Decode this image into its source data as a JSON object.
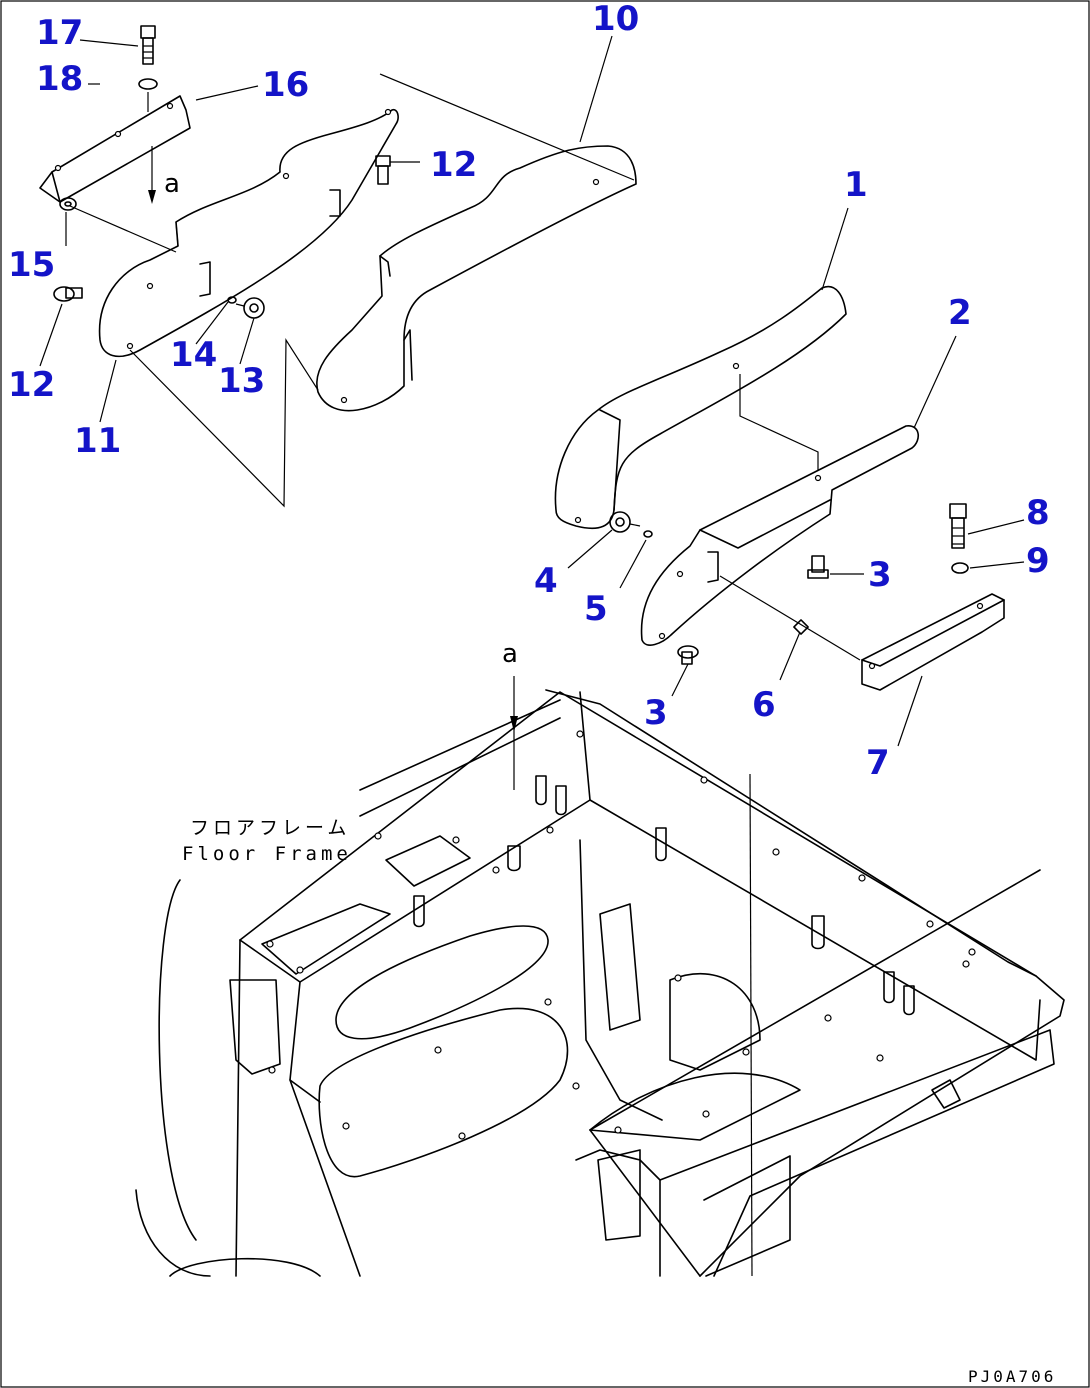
{
  "diagram": {
    "callouts": [
      "1",
      "2",
      "3",
      "3",
      "4",
      "5",
      "6",
      "7",
      "8",
      "9",
      "10",
      "11",
      "12",
      "12",
      "13",
      "14",
      "15",
      "16",
      "17",
      "18"
    ],
    "view_mark": "a",
    "floor_frame_label_jp": "フロアフレーム",
    "floor_frame_label_en": "Floor Frame",
    "drawing_code": "PJ0A706",
    "callout_color": "#1414c8",
    "line_color": "#000000"
  }
}
